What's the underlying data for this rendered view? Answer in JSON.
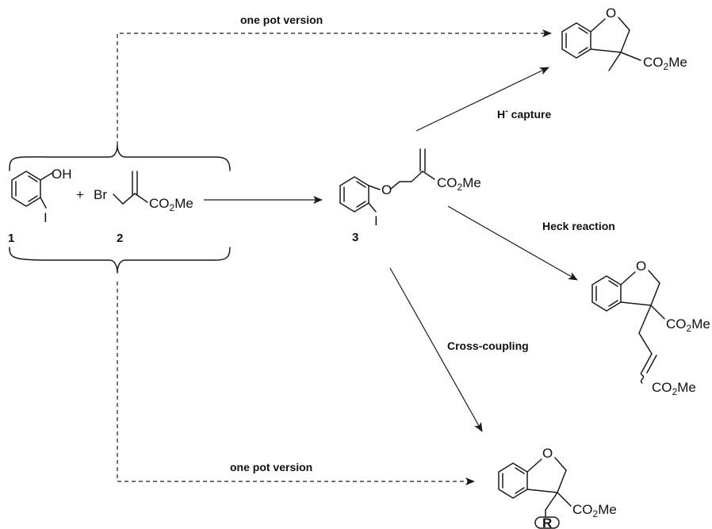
{
  "labels": {
    "one_pot_top": "one pot version",
    "one_pot_bottom": "one pot version",
    "h_capture_h": "H",
    "h_capture_charge": "-",
    "h_capture_rest": " capture",
    "heck": "Heck reaction",
    "cross_coupling": "Cross-coupling"
  },
  "compounds": {
    "c1": "1",
    "c2": "2",
    "c3": "3"
  },
  "atoms": {
    "oh": "OH",
    "iodo": "I",
    "plus": "+",
    "br": "Br",
    "oxygen": "O",
    "co": "CO",
    "two": "2",
    "me": "Me",
    "r_group": "R"
  }
}
